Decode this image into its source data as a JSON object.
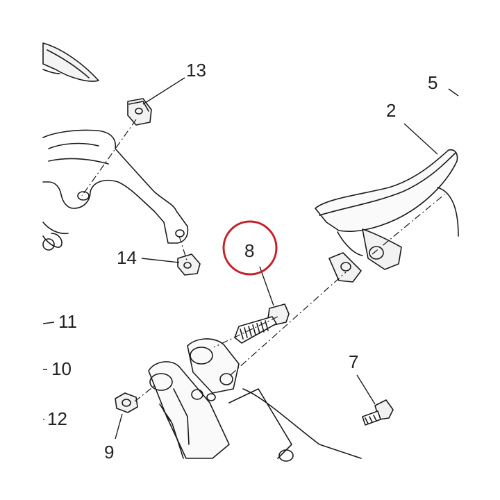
{
  "diagram": {
    "highlight_color": "#c8202a",
    "line_color": "#1a1a1a",
    "callouts": [
      {
        "id": "13",
        "label": "13"
      },
      {
        "id": "5",
        "label": "5"
      },
      {
        "id": "2",
        "label": "2"
      },
      {
        "id": "8",
        "label": "8",
        "highlighted": true
      },
      {
        "id": "14",
        "label": "14"
      },
      {
        "id": "11",
        "label": "11"
      },
      {
        "id": "10",
        "label": "10"
      },
      {
        "id": "12",
        "label": "12"
      },
      {
        "id": "7",
        "label": "7"
      },
      {
        "id": "9",
        "label": "9"
      }
    ]
  }
}
